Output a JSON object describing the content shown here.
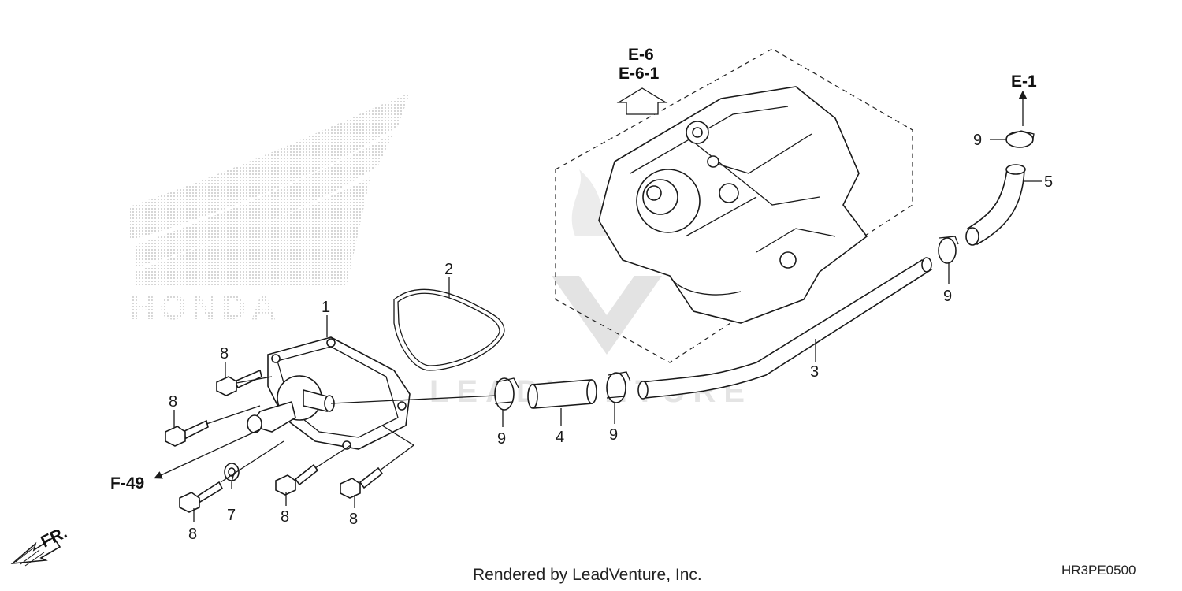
{
  "brand_watermark": "HONDA",
  "vendor_watermark": "LEADVENTURE",
  "footer": {
    "credit": "Rendered by LeadVenture, Inc.",
    "diagram_code": "HR3PE0500"
  },
  "references": {
    "e6": "E-6",
    "e61": "E-6-1",
    "e1": "E-1",
    "f49": "F-49",
    "fr": "FR."
  },
  "callouts": {
    "c1": "1",
    "c2": "2",
    "c3": "3",
    "c4": "4",
    "c5": "5",
    "c7": "7",
    "c8a": "8",
    "c8b": "8",
    "c8c": "8",
    "c8d": "8",
    "c8e": "8",
    "c9a": "9",
    "c9b": "9",
    "c9c": "9",
    "c9d": "9"
  }
}
